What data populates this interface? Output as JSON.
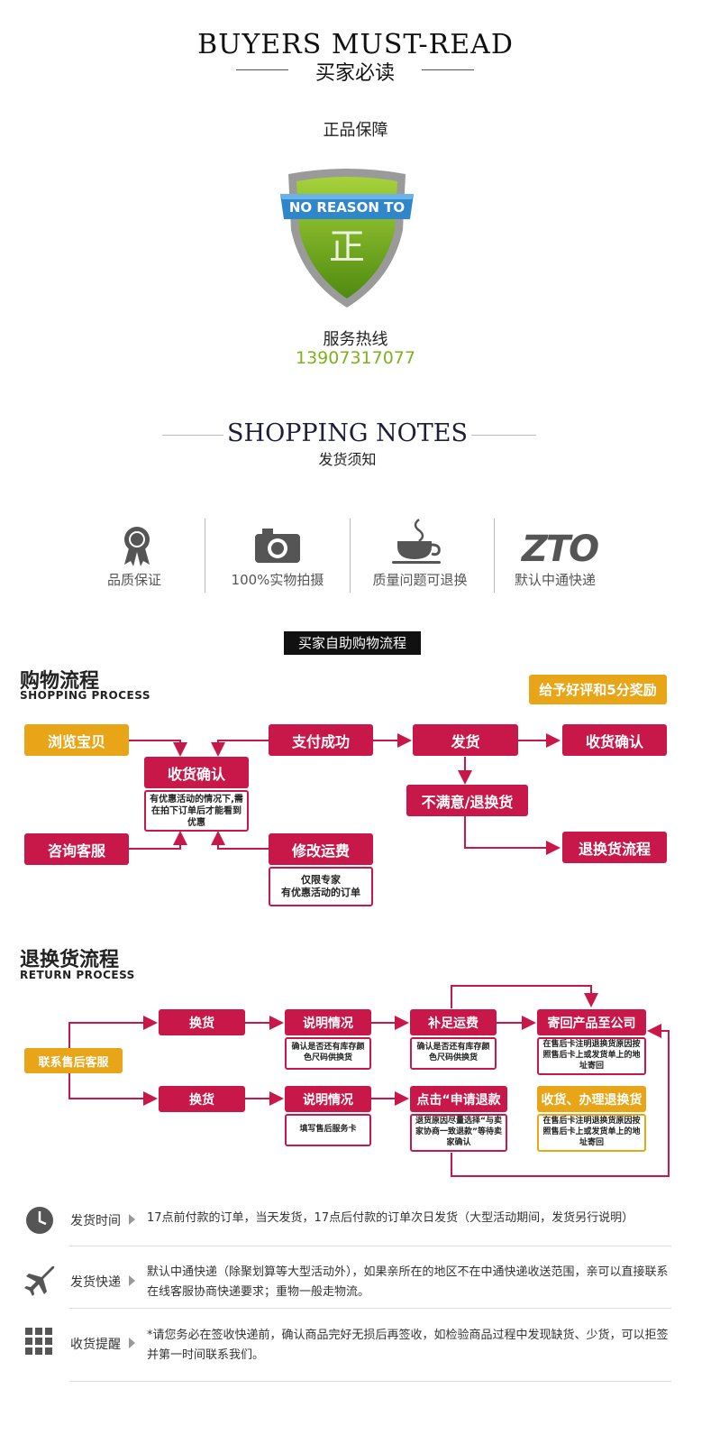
{
  "header": {
    "title_en": "BUYERS MUST-READ",
    "title_cn": "买家必读",
    "guarantee": "正品保障",
    "badge_text": "NO REASON TO",
    "badge_char": "正",
    "hotline_label": "服务热线",
    "hotline_number": "13907317077"
  },
  "notes": {
    "title_en": "SHOPPING NOTES",
    "title_cn": "发货须知"
  },
  "features": [
    {
      "label": "品质保证",
      "icon": "award-ribbon-icon"
    },
    {
      "label": "100%实物拍摄",
      "icon": "camera-icon"
    },
    {
      "label": "质量问题可退换",
      "icon": "coffee-cup-icon"
    },
    {
      "label": "默认中通快递",
      "icon": "zto-logo"
    }
  ],
  "zto_logo_text": "ZTO",
  "self_service_banner": "买家自助购物流程",
  "shopping_process": {
    "title": "购物流程",
    "subtitle": "SHOPPING PROCESS",
    "reward": "给予好评和5分奖励",
    "browse": "浏览宝贝",
    "confirm_receipt": "收货确认",
    "confirm_note": "有优惠活动的情况下,需在拍下订单后才能看到优惠",
    "consult": "咨询客服",
    "pay_success": "支付成功",
    "modify_shipping": "修改运费",
    "modify_note_line1": "仅限专家",
    "modify_note_line2": "有优惠活动的订单",
    "ship": "发货",
    "unsatisfied": "不满意/退换货",
    "receipt_confirm": "收货确认",
    "return_flow": "退换货流程"
  },
  "return_process": {
    "title": "退换货流程",
    "subtitle": "RETURN PROCESS",
    "contact": "联系售后客服",
    "exchange_top": "换货",
    "exchange_bottom": "换货",
    "explain_top": "说明情况",
    "explain_top_note": "确认是否还有库存颜色尺码供换货",
    "explain_bottom": "说明情况",
    "explain_bottom_note": "填写售后服务卡",
    "supplement": "补足运费",
    "supplement_note": "确认是否还有库存颜色尺码供换货",
    "apply_refund": "点击“申请退款",
    "refund_note": "退货原因尽量选择“与卖家协商一致退款”等待卖家确认",
    "send_back": "寄回产品至公司",
    "send_back_note": "在售后卡注明退换货原因按照售后卡上或发货单上的地址寄回",
    "receive_refund": "收货、办理退换货",
    "receive_refund_note": "在售后卡注明退换货原因按照售后卡上或发货单上的地址寄回"
  },
  "info": [
    {
      "icon": "clock-icon",
      "label": "发货时间",
      "text": "17点前付款的订单，当天发货，17点后付款的订单次日发货（大型活动期间，发货另行说明）"
    },
    {
      "icon": "airplane-icon",
      "label": "发货快递",
      "text": "默认中通快递（除聚划算等大型活动外），如果亲所在的地区不在中通快递收送范围，亲可以直接联系在线客服协商快递要求；重物一般走物流。"
    },
    {
      "icon": "grid-icon",
      "label": "收货提醒",
      "text": "*请您务必在签收快递前，确认商品完好无损后再签收，如检验商品过程中发现缺货、少货，可以拒签并第一时间联系我们。"
    }
  ]
}
